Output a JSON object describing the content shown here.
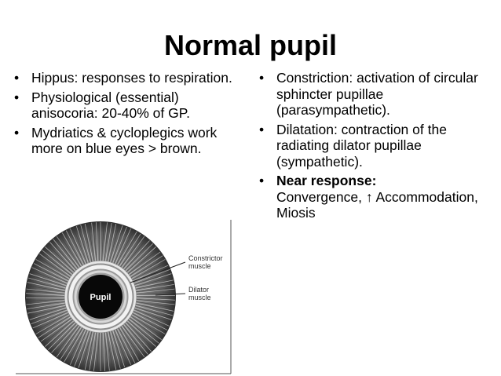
{
  "title": "Normal pupil",
  "bullet_glyph": "•",
  "left_bullets": [
    {
      "text": "Hippus: responses to respiration."
    },
    {
      "text": "Physiological (essential) anisocoria: 20-40% of GP."
    },
    {
      "text": "Mydriatics & cycloplegics work more on blue eyes > brown."
    }
  ],
  "right_bullets": [
    {
      "text": "Constriction: activation of circular sphincter pupillae (parasympathetic)."
    },
    {
      "text": "Dilatation: contraction of the radiating dilator pupillae (sympathetic)."
    },
    {
      "bold": "Near response:",
      "text": "Convergence, ↑ Accommodation, Miosis"
    }
  ],
  "figure": {
    "pupil_label": "Pupil",
    "constrictor_label_line1": "Constrictor",
    "constrictor_label_line2": "muscle",
    "dilator_label_line1": "Dilator",
    "dilator_label_line2": "muscle"
  },
  "colors": {
    "text": "#000000",
    "background": "#ffffff",
    "iris_dark": "#3a3a3a",
    "iris_light": "#9a9a9a"
  }
}
